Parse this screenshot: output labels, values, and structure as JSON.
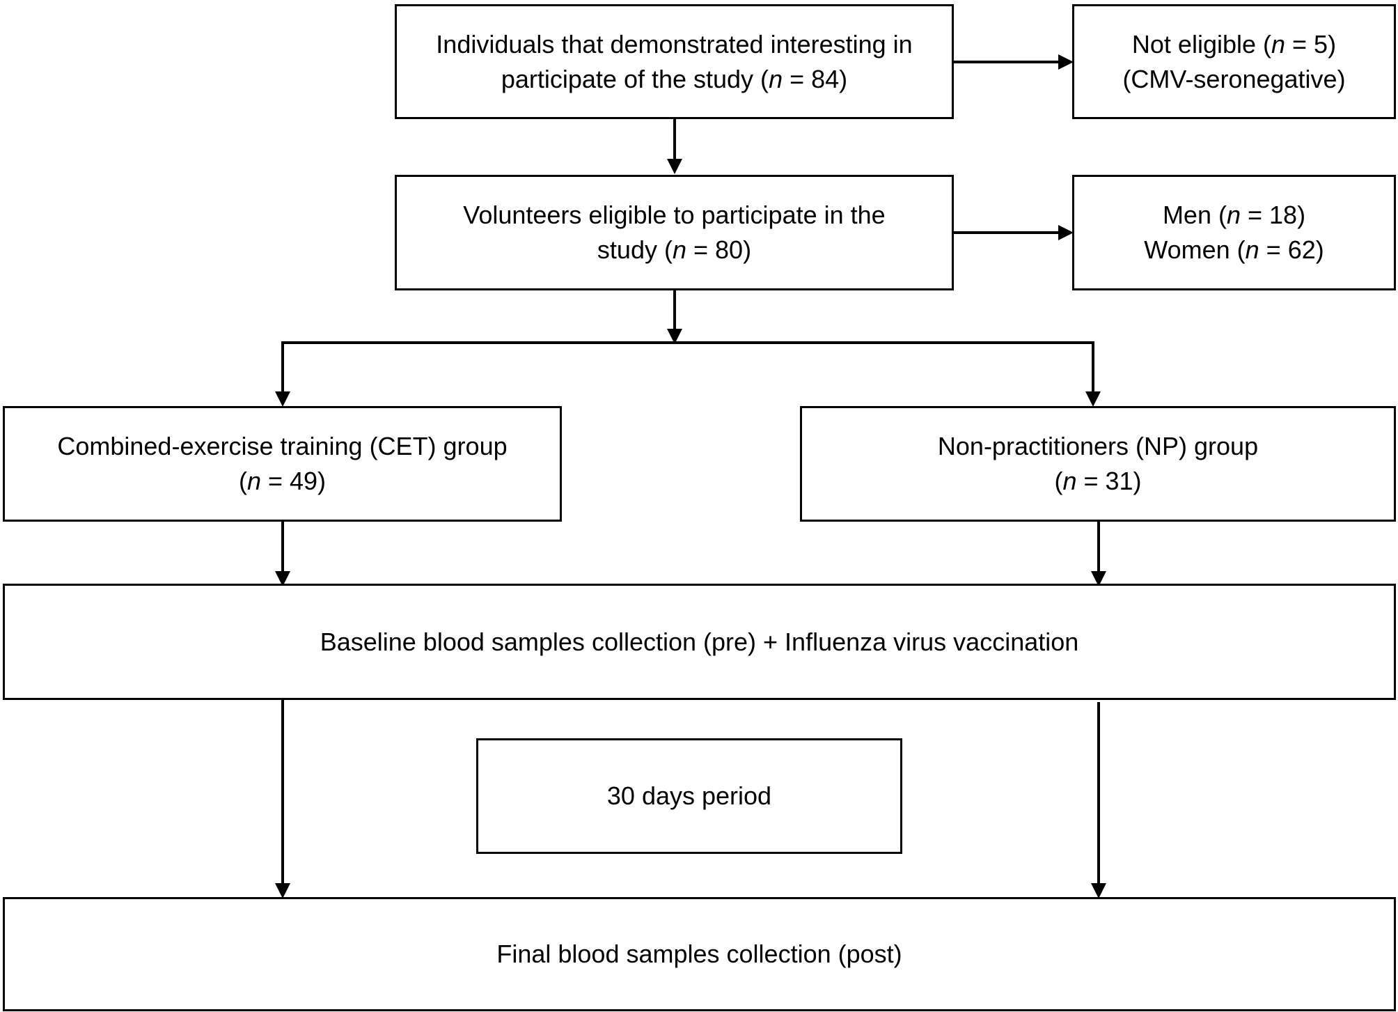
{
  "boxes": {
    "screened": {
      "line1": "Individuals that demonstrated interesting in",
      "line2_pre": "participate of the study (",
      "n": "n",
      "line2_post": " = 84)"
    },
    "not_eligible": {
      "line1_pre": "Not eligible (",
      "n": "n",
      "line1_post": " = 5)",
      "line2": "(CMV-seronegative)"
    },
    "eligible": {
      "line1": "Volunteers eligible to participate in the",
      "line2_pre": "study (",
      "n": "n",
      "line2_post": " = 80)"
    },
    "sex": {
      "men_pre": "Men (",
      "men_n": "n",
      "men_post": " = 18)",
      "women_pre": "Women (",
      "women_n": "n",
      "women_post": " = 62)"
    },
    "cet": {
      "line1": "Combined-exercise training (CET) group",
      "line2_pre": "(",
      "n": "n",
      "line2_post": " = 49)"
    },
    "np": {
      "line1": "Non-practitioners (NP) group",
      "line2_pre": "(",
      "n": "n",
      "line2_post": " = 31)"
    },
    "baseline": {
      "text": "Baseline blood samples collection (pre) + Influenza virus vaccination"
    },
    "period": {
      "text": "30 days period"
    },
    "final": {
      "text": "Final blood samples collection (post)"
    }
  },
  "colors": {
    "stroke": "#000000",
    "background": "#ffffff"
  }
}
